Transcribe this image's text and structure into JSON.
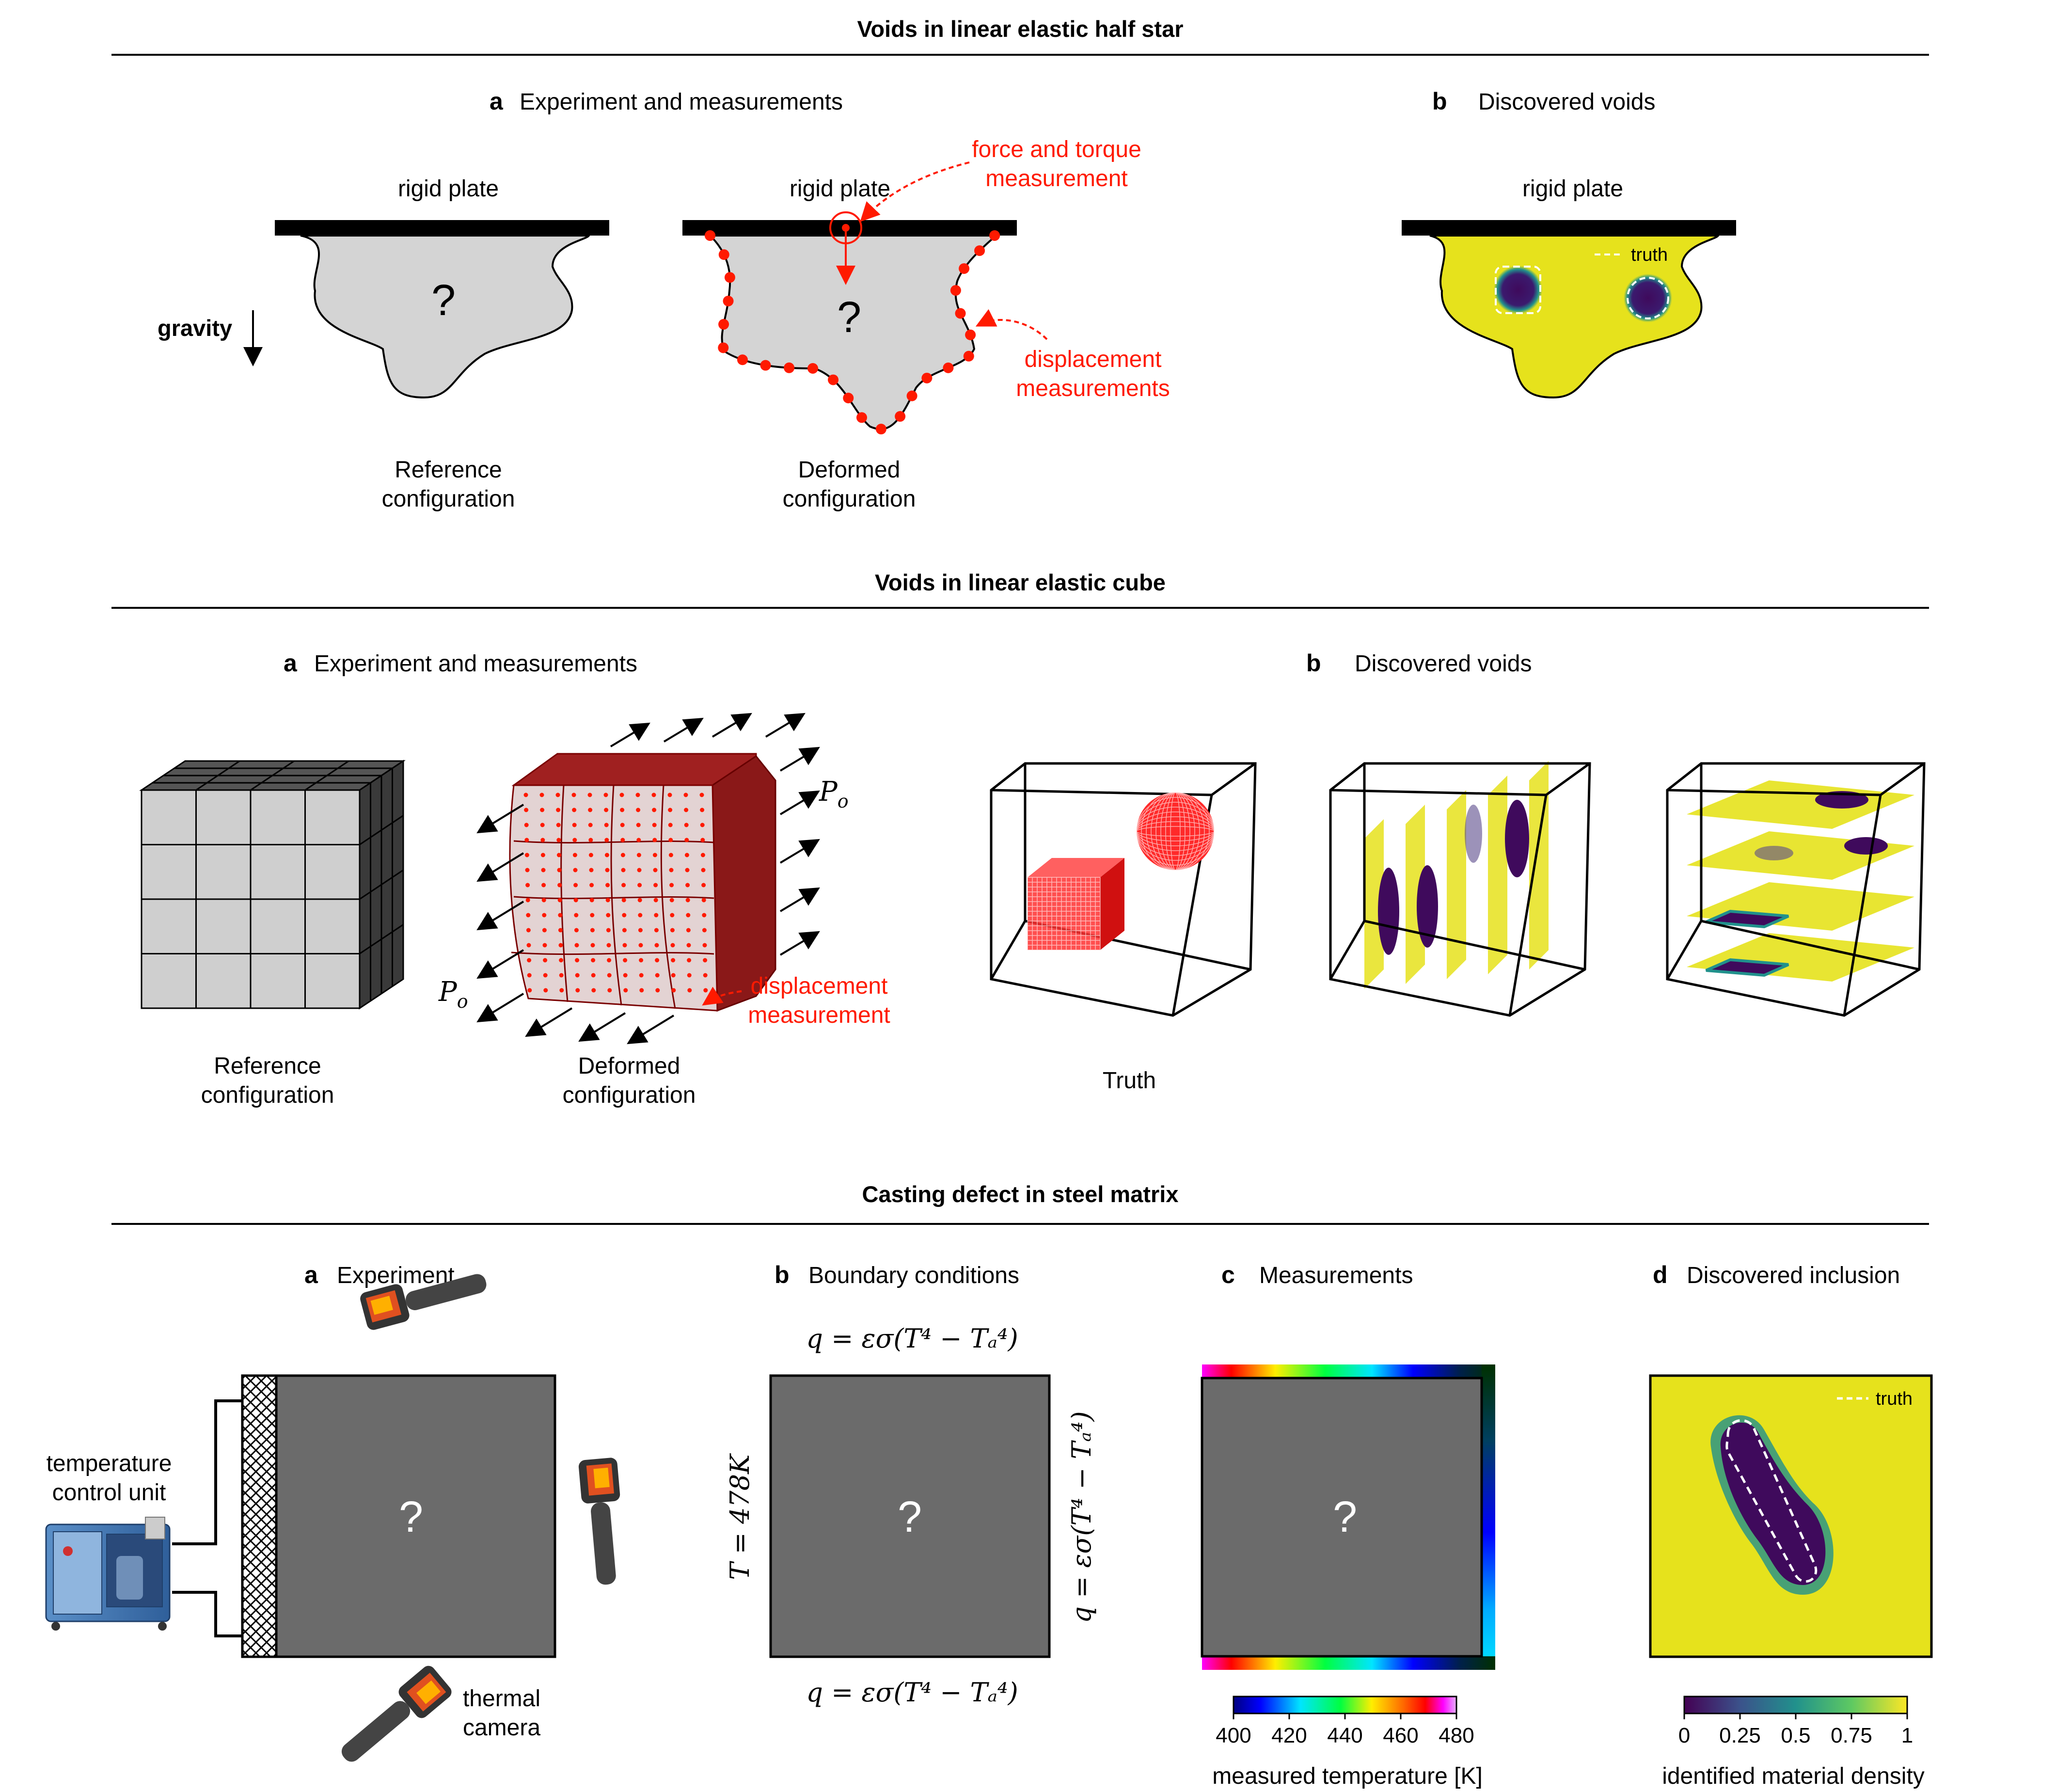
{
  "section1": {
    "title": "Voids in linear elastic half star",
    "panel_a": {
      "letter": "a",
      "title": "Experiment and measurements"
    },
    "panel_b": {
      "letter": "b",
      "title": "Discovered voids"
    },
    "rigid_plate": "rigid plate",
    "gravity": "gravity",
    "unknown": "?",
    "force_label_1": "force and torque",
    "force_label_2": "measurement",
    "disp_label_1": "displacement",
    "disp_label_2": "measurements",
    "reference_1": "Reference",
    "reference_2": "configuration",
    "deformed_1": "Deformed",
    "deformed_2": "configuration",
    "truth": "truth"
  },
  "section2": {
    "title": "Voids in linear elastic cube",
    "panel_a": {
      "letter": "a",
      "title": "Experiment and measurements"
    },
    "panel_b": {
      "letter": "b",
      "title": "Discovered voids"
    },
    "p_symbol": "P",
    "p_sub": "o",
    "disp_label_1": "displacement",
    "disp_label_2": "measurement",
    "reference_1": "Reference",
    "reference_2": "configuration",
    "deformed_1": "Deformed",
    "deformed_2": "configuration",
    "truth": "Truth"
  },
  "section3": {
    "title": "Casting defect in steel matrix",
    "panel_a": {
      "letter": "a",
      "title": "Experiment"
    },
    "panel_b": {
      "letter": "b",
      "title": "Boundary conditions"
    },
    "panel_c": {
      "letter": "c",
      "title": "Measurements"
    },
    "panel_d": {
      "letter": "d",
      "title": "Discovered inclusion"
    },
    "temp_unit_1": "temperature",
    "temp_unit_2": "control unit",
    "thermal_1": "thermal",
    "thermal_2": "camera",
    "unknown": "?",
    "bc_top": "q = εσ(T⁴ − Tₐ⁴)",
    "bc_bottom": "q = εσ(T⁴ − Tₐ⁴)",
    "bc_left": "T = 478K",
    "bc_right": "q = εσ(T⁴ − Tₐ⁴)",
    "temp_ticks": [
      "400",
      "420",
      "440",
      "460",
      "480"
    ],
    "temp_label": "measured temperature [K]",
    "density_ticks": [
      "0",
      "0.25",
      "0.5",
      "0.75",
      "1"
    ],
    "density_label": "identified material density",
    "truth": "truth"
  },
  "colors": {
    "red": "#ff1a00",
    "body_gray": "#d4d4d4",
    "viridis_yellow": "#e6e21c",
    "viridis_purple": "#3f0a5c",
    "viridis_teal": "#21918c",
    "steel_gray": "#6b6b6b"
  }
}
